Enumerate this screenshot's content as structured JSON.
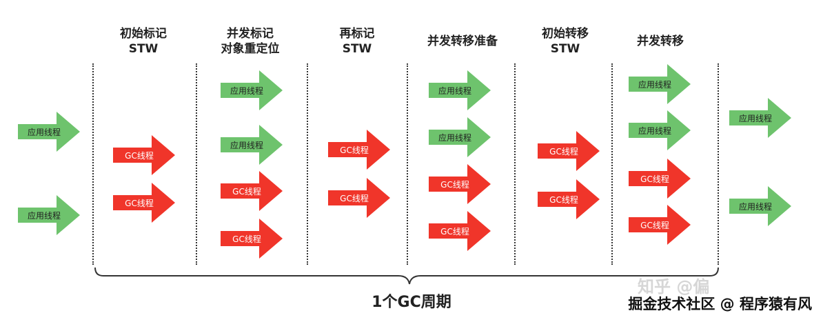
{
  "colors": {
    "app_thread": "#6ec36d",
    "gc_thread": "#f0352a",
    "text": "#222222"
  },
  "labels": {
    "app_thread": "应用线程",
    "gc_thread": "GC线程"
  },
  "phases": [
    {
      "title_line1": "",
      "title_line2": "",
      "threads": [
        "app",
        "app"
      ]
    },
    {
      "title_line1": "初始标记",
      "title_line2": "STW",
      "threads": [
        "gc",
        "gc"
      ]
    },
    {
      "title_line1": "并发标记",
      "title_line2": "对象重定位",
      "threads": [
        "app",
        "app",
        "gc",
        "gc"
      ]
    },
    {
      "title_line1": "再标记",
      "title_line2": "STW",
      "threads": [
        "gc",
        "gc"
      ]
    },
    {
      "title_line1": "并发转移准备",
      "title_line2": "",
      "threads": [
        "app",
        "app",
        "gc",
        "gc"
      ]
    },
    {
      "title_line1": "初始转移",
      "title_line2": "STW",
      "threads": [
        "gc",
        "gc"
      ]
    },
    {
      "title_line1": "并发转移",
      "title_line2": "",
      "threads": [
        "app",
        "app",
        "gc",
        "gc"
      ]
    },
    {
      "title_line1": "",
      "title_line2": "",
      "threads": [
        "app",
        "app"
      ]
    }
  ],
  "cycle_label": "1个GC周期",
  "watermark": "掘金技术社区 @ 程序猿有风",
  "watermark_faded": "知乎 @偏"
}
